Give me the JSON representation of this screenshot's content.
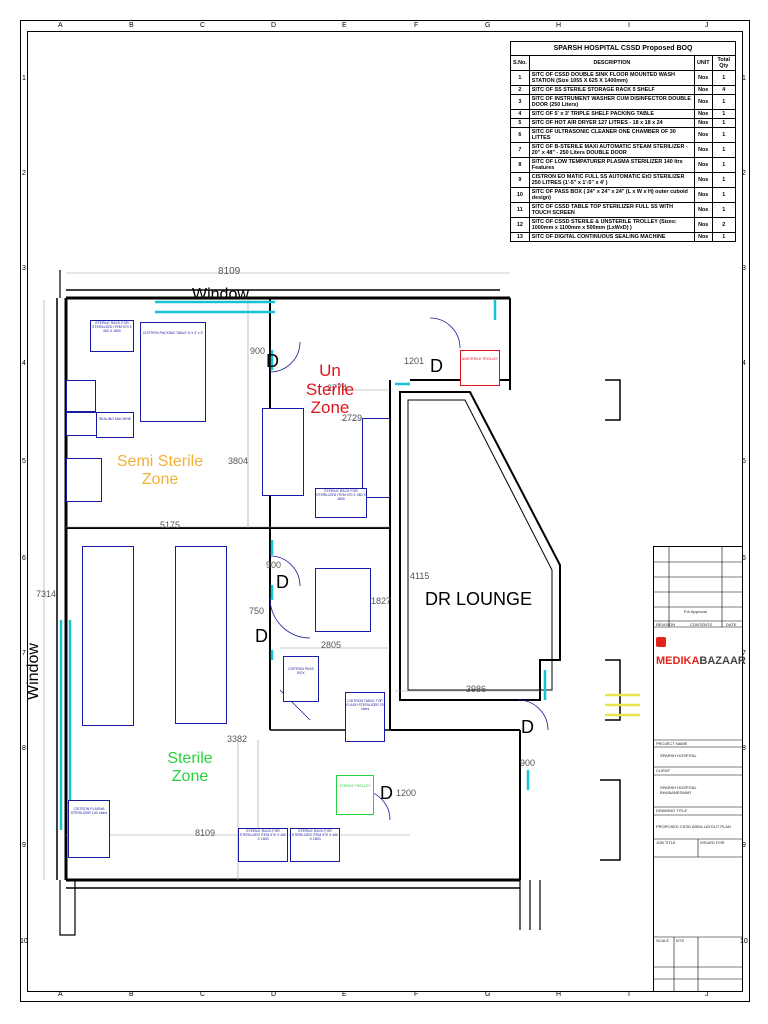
{
  "grid": {
    "columns": [
      "A",
      "B",
      "C",
      "D",
      "E",
      "F",
      "G",
      "H",
      "I",
      "J"
    ],
    "rows": [
      "1",
      "2",
      "3",
      "4",
      "5",
      "6",
      "7",
      "8",
      "9",
      "10"
    ]
  },
  "boq": {
    "title": "SPARSH HOSPITAL CSSD Proposed BOQ",
    "headers": [
      "S.No.",
      "DESCRIPTION",
      "UNIT",
      "Total Qty"
    ],
    "rows": [
      {
        "sno": "1",
        "desc": "SITC OF CSSD DOUBLE SINK FLOOR MOUNTED WASH STATION  (Size 1055 X 625 X 1400mm)",
        "unit": "Nos",
        "qty": "1"
      },
      {
        "sno": "2",
        "desc": "SITC OF SS STERILE STORAGE RACK 5 SHELF",
        "unit": "Nos",
        "qty": "4"
      },
      {
        "sno": "3",
        "desc": "SITC OF INSTRUMENT WASHER CUM DISINFECTOR DOUBLE DOOR  (250 Liters)",
        "unit": "Nos",
        "qty": "1"
      },
      {
        "sno": "4",
        "desc": "SITC OF 5' x 3' TRIPLE SHELF PACKING TABLE",
        "unit": "Nos",
        "qty": "1"
      },
      {
        "sno": "5",
        "desc": "SITC OF HOT AIR DRYER 127 LITRES  - 18 x 18 x 24",
        "unit": "Nos",
        "qty": "1"
      },
      {
        "sno": "6",
        "desc": "SITC OF ULTRASONIC CLEANER ONE CHAMBER OF 30 LITTES",
        "unit": "Nos",
        "qty": "1"
      },
      {
        "sno": "7",
        "desc": "SITC OF  B-STERILE MAXI AUTOMATIC STEAM STERILIZER - 20\" x 48\" - 250 Liters DOUBLE DOOR",
        "unit": "Nos",
        "qty": "1"
      },
      {
        "sno": "8",
        "desc": "SITC OF LOW TEMPATURER PLASMA STERILIZER 140 ltrs Features",
        "unit": "Nos",
        "qty": "1"
      },
      {
        "sno": "9",
        "desc": "CISTRON EO MATIC FULL SS AUTOMATIC EtO STERILIZER 250 LITRES (1'-5\" x 1'-5\" x 4' )",
        "unit": "Nos",
        "qty": "1"
      },
      {
        "sno": "10",
        "desc": "SITC OF  PASS BOX    ( 24\" x 24\" x 24\" (L x W x H) outer cuboid design)",
        "unit": "Nos",
        "qty": "1"
      },
      {
        "sno": "11",
        "desc": "SITC OF CSSD TABLE TOP  STERILIZER  FULL SS WITH TOUCH SCREEN",
        "unit": "Nos",
        "qty": "1"
      },
      {
        "sno": "12",
        "desc": "SITC OF CSSD STERILE & UNSTERILE TROLLEY (Sizes: 1000mm x 1100mm x 500mm (LxWxD) )",
        "unit": "Nos",
        "qty": "2"
      },
      {
        "sno": "13",
        "desc": "SITC OF  DIGITAL CONTINUOUS SEALING MACHINE",
        "unit": "Nos",
        "qty": "1"
      }
    ]
  },
  "labels": {
    "window_top": "Window",
    "window_left": "Window",
    "zone_unsterile": "Un\nSterile\nZone",
    "zone_semi": "Semi Sterile\nZone",
    "zone_sterile": "Sterile\nZone",
    "dr_lounge": "DR LOUNGE",
    "door": "D"
  },
  "dimensions": {
    "top": "8109",
    "d900a": "900",
    "d1201": "1201",
    "d2774": "2774",
    "d2729": "2729",
    "d3804": "3804",
    "d5175": "5175",
    "d900b": "900",
    "d4115": "4115",
    "d7314": "7314",
    "d750": "750",
    "d1827": "1827",
    "d2805": "2805",
    "d3986": "3986",
    "d3382": "3382",
    "d900c": "900",
    "d1200": "1200",
    "bottom": "8109"
  },
  "equipment": {
    "storage_rack_text": "STERILE RACK FOR STERILIZED ITEM 970 X 460 X 1800",
    "packing_table": "CISTRON PACKING TABLE 5' x 3' x 3'",
    "sealing_machine": "SEALING MACHINE",
    "unsterile_trolley": "UNSTERILE TROLLEY",
    "sterile_trolley": "STERILE TROLLEY",
    "pass_box": "CISTRON PASS BOX",
    "table_top": "CISTRON TABLE TOP FLASH STERILIZER 20 Liters",
    "plasma": "CISTRON PLASMA STERILIZER 140 Liters"
  },
  "title_block": {
    "revision_header": [
      "REVISION",
      "CONTENTS",
      "DATE"
    ],
    "revision_entry": "For Approval",
    "company": "MEDIKABAZAAR",
    "company_prefix": "MEDIKA",
    "company_suffix": "BAZAAR",
    "project_name_label": "PROJECT NAME",
    "project_name": "SPARSH HOSPITAL",
    "client_label": "CLIENT",
    "client": "SPARSH HOSPITAL BHUBANESWAR",
    "drawing_title_label": "DRAWING TITLE",
    "drawing_title": "PROPOSED CSSD AREA LAYOUT PLAN",
    "job_title_label": "JOB TITLE",
    "issued_for_label": "ISSUED FOR",
    "scale_label": "SCALE",
    "scale_value": "NTS",
    "accent": "#e2231a"
  },
  "colors": {
    "wall": "#000000",
    "window": "#16c3d6",
    "equipment": "#1a1aa0",
    "unsterile": "#e0141e",
    "semi": "#f2b13a",
    "sterile": "#28d23c"
  }
}
